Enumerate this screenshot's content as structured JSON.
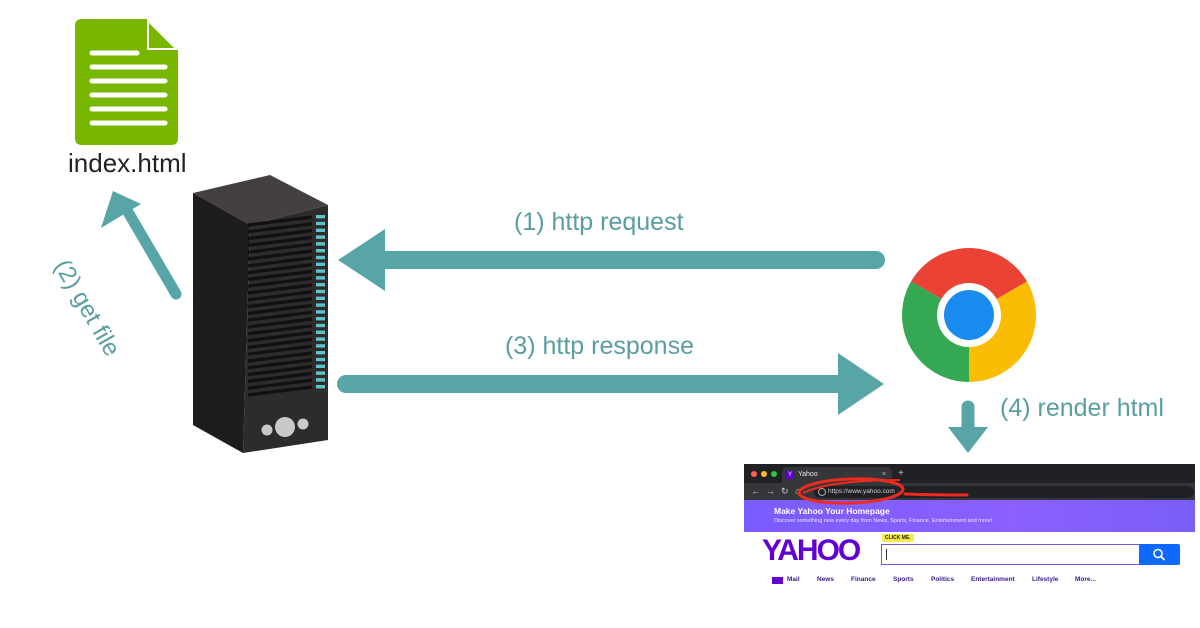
{
  "file": {
    "name": "index.html",
    "icon": "document-icon",
    "color": "#79b600"
  },
  "steps": {
    "request": "(1) http request",
    "get_file": "(2) get file",
    "response": "(3) http response",
    "render": "(4) render html"
  },
  "colors": {
    "arrow": "#57a5a6",
    "label": "#5a9ea0",
    "server": "#2e2b2b",
    "server_accent": "#5ec3c9"
  },
  "icons": {
    "server": "server-tower-icon",
    "browser": "chrome-icon"
  },
  "browser": {
    "tab_title": "Yahoo",
    "tab_close": "×",
    "tab_new": "+",
    "url": "https://www.yahoo.com",
    "banner_title": "Make Yahoo Your Homepage",
    "banner_subtitle": "Discover something new every day from News, Sports, Finance, Entertainment and more!",
    "logo": "YAHOO",
    "logo_badge": "CLICK ME.",
    "nav": [
      "Mail",
      "News",
      "Finance",
      "Sports",
      "Politics",
      "Entertainment",
      "Lifestyle",
      "More..."
    ]
  }
}
